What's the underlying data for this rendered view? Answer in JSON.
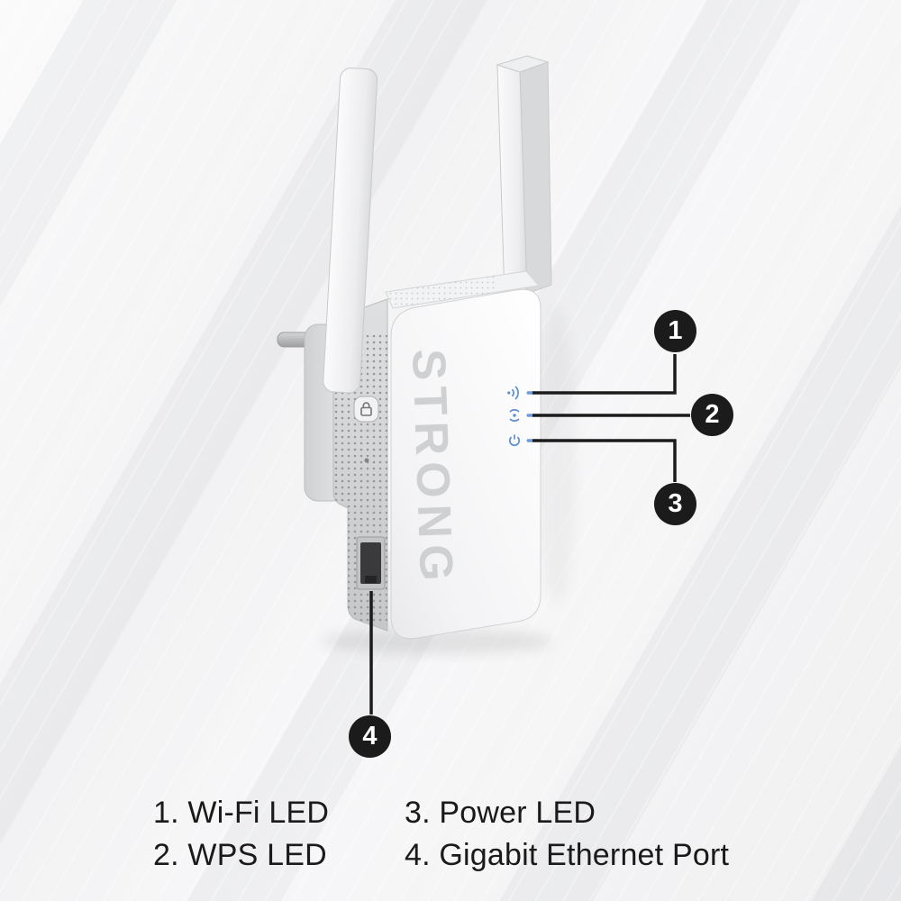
{
  "page": {
    "type": "product-callout-diagram",
    "subject": "Wi-Fi range extender"
  },
  "device": {
    "brand_text": "STRONG",
    "leds": [
      "wifi",
      "wps",
      "power"
    ]
  },
  "callouts": [
    {
      "number": "1",
      "label": "Wi-Fi LED"
    },
    {
      "number": "2",
      "label": "WPS LED"
    },
    {
      "number": "3",
      "label": "Power LED"
    },
    {
      "number": "4",
      "label": "Gigabit Ethernet Port"
    }
  ],
  "legend": {
    "items": [
      {
        "text": "1. Wi-Fi LED"
      },
      {
        "text": "2. WPS LED"
      },
      {
        "text": "3. Power LED"
      },
      {
        "text": "4. Gigabit Ethernet Port"
      }
    ]
  },
  "colors": {
    "background": "#f0f0f2",
    "callout_bg": "#1b1b1b",
    "callout_text": "#ffffff",
    "line": "#1b1b1b",
    "led_blue": "#5f8ed0",
    "legend_text": "#1a1a1a"
  }
}
